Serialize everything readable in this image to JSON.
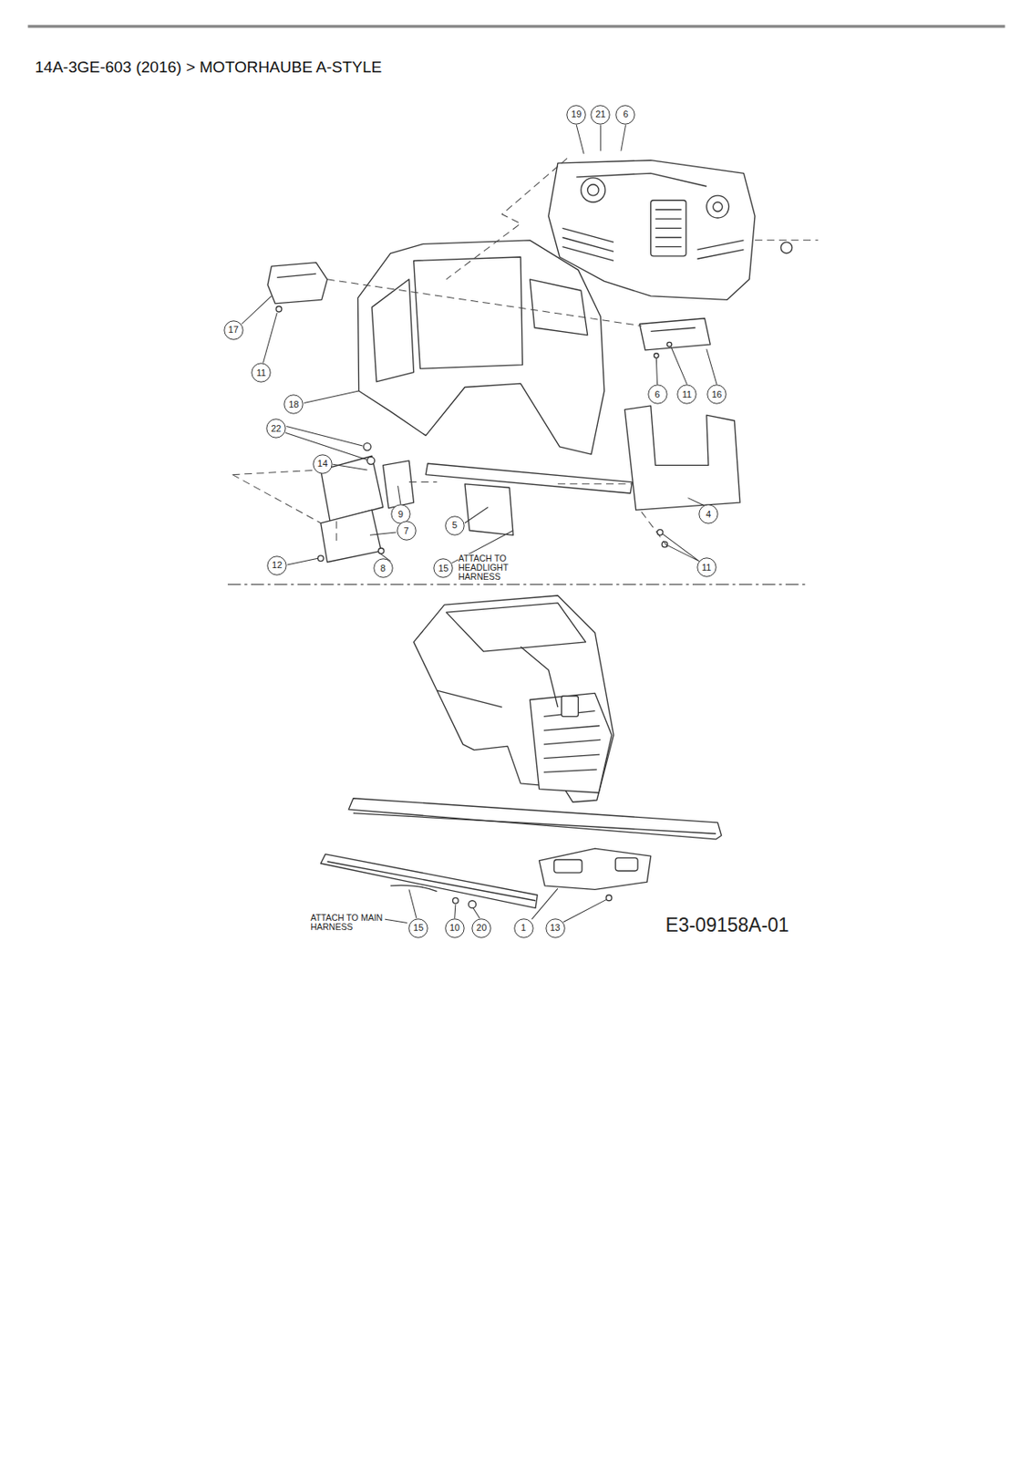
{
  "diagram": {
    "title": "14A-3GE-603 (2016)  >  MOTORHAUBE A-STYLE",
    "nodes": [
      {
        "text": [
          "19"
        ]
      },
      {
        "text": [
          "21"
        ]
      },
      {
        "text": [
          "6"
        ]
      },
      {
        "text": [
          "17"
        ]
      },
      {
        "text": [
          "11"
        ]
      },
      {
        "text": [
          "6"
        ]
      },
      {
        "text": [
          "11"
        ]
      },
      {
        "text": [
          "16"
        ]
      },
      {
        "text": [
          "18"
        ]
      },
      {
        "text": [
          "22"
        ]
      },
      {
        "text": [
          "14"
        ]
      },
      {
        "text": [
          "9"
        ]
      },
      {
        "text": [
          "4"
        ]
      },
      {
        "text": [
          "5"
        ]
      },
      {
        "text": [
          "7"
        ]
      },
      {
        "text": [
          "12"
        ]
      },
      {
        "text": [
          "8"
        ]
      },
      {
        "text": [
          "15"
        ]
      },
      {
        "text": [
          "11"
        ]
      },
      {
        "text": [
          "15"
        ]
      },
      {
        "text": [
          "10"
        ]
      },
      {
        "text": [
          "20"
        ]
      },
      {
        "text": [
          "1"
        ]
      },
      {
        "text": [
          "13"
        ]
      }
    ],
    "labels": [
      "ATTACH TO HEADLIGHT HARNESS",
      "ATTACH TO MAIN HARNESS",
      "E3-09158A-01"
    ]
  }
}
